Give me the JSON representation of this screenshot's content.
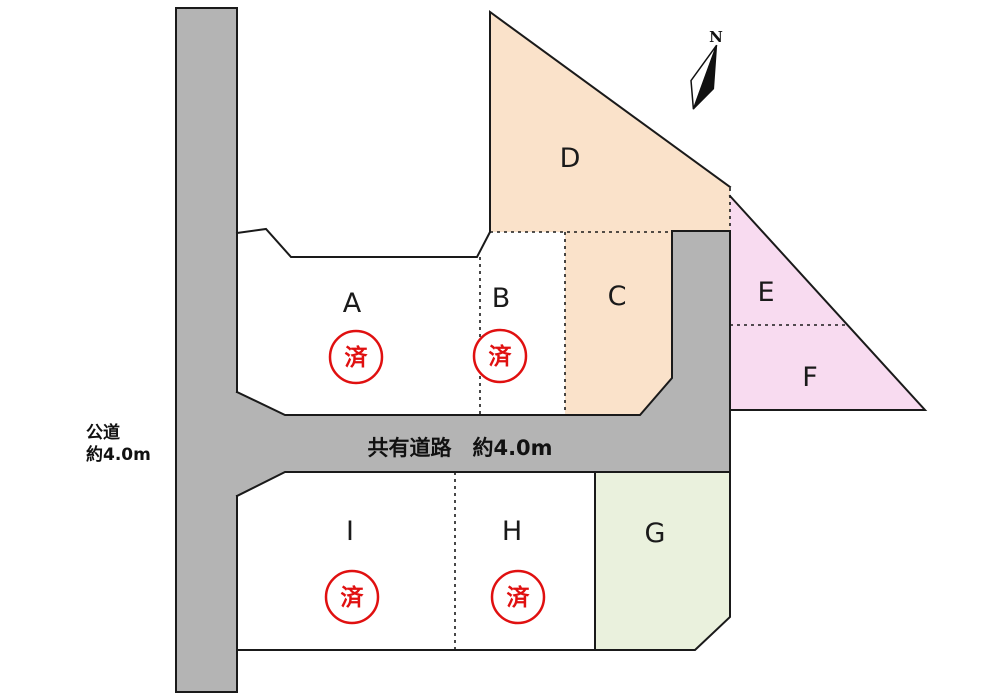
{
  "colors": {
    "road": "#b4b4b4",
    "lot_peach": "#fae2ca",
    "lot_pink": "#f8dbf0",
    "lot_green": "#eaf1dd",
    "lot_white": "#ffffff",
    "sold_red": "#e01010",
    "outline": "#1a1a1a"
  },
  "lots": {
    "a": {
      "label": "A",
      "sold_label": "済"
    },
    "b": {
      "label": "B",
      "sold_label": "済"
    },
    "c": {
      "label": "C"
    },
    "d": {
      "label": "D"
    },
    "e": {
      "label": "E"
    },
    "f": {
      "label": "F"
    },
    "g": {
      "label": "G"
    },
    "h": {
      "label": "H",
      "sold_label": "済"
    },
    "i": {
      "label": "I",
      "sold_label": "済"
    }
  },
  "roads": {
    "public": {
      "name": "公道",
      "width_label": "約4.0m"
    },
    "shared": {
      "label": "共有道路　約4.0m"
    }
  },
  "compass": {
    "north_label": "N"
  }
}
